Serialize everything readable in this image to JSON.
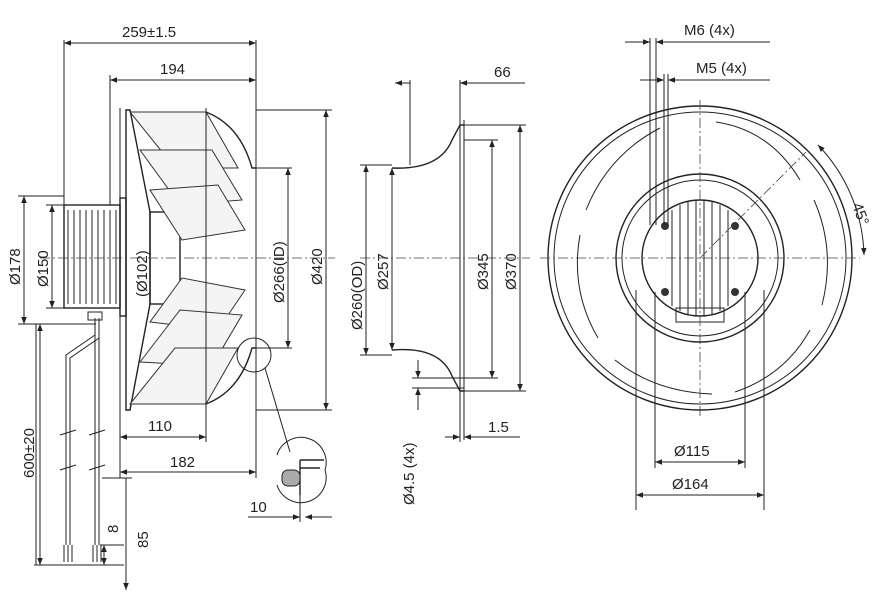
{
  "side_view": {
    "overall_length": "259±1.5",
    "impeller_length": "194",
    "d_outer_motor": "Ø178",
    "d_motor": "Ø150",
    "d_hub": "(Ø102)",
    "d_inlet_id": "Ø266(ID)",
    "d_blade_outer": "Ø420",
    "inlet_depth": "110",
    "blade_depth": "182",
    "cable_length": "600±20",
    "strip_length": "8",
    "lead_length": "85",
    "detail_offset": "10"
  },
  "inlet_ring_view": {
    "depth": "66",
    "d_od": "Ø260(OD)",
    "d_throat": "Ø257",
    "d_flange_bolt": "Ø345",
    "d_flange": "Ø370",
    "holes": "Ø4.5 (4x)",
    "thickness": "1.5"
  },
  "front_view": {
    "thread_m6": "M6 (4x)",
    "thread_m5": "M5 (4x)",
    "angle": "45°",
    "d_bolt_inner": "Ø115",
    "d_bolt_outer": "Ø164"
  }
}
